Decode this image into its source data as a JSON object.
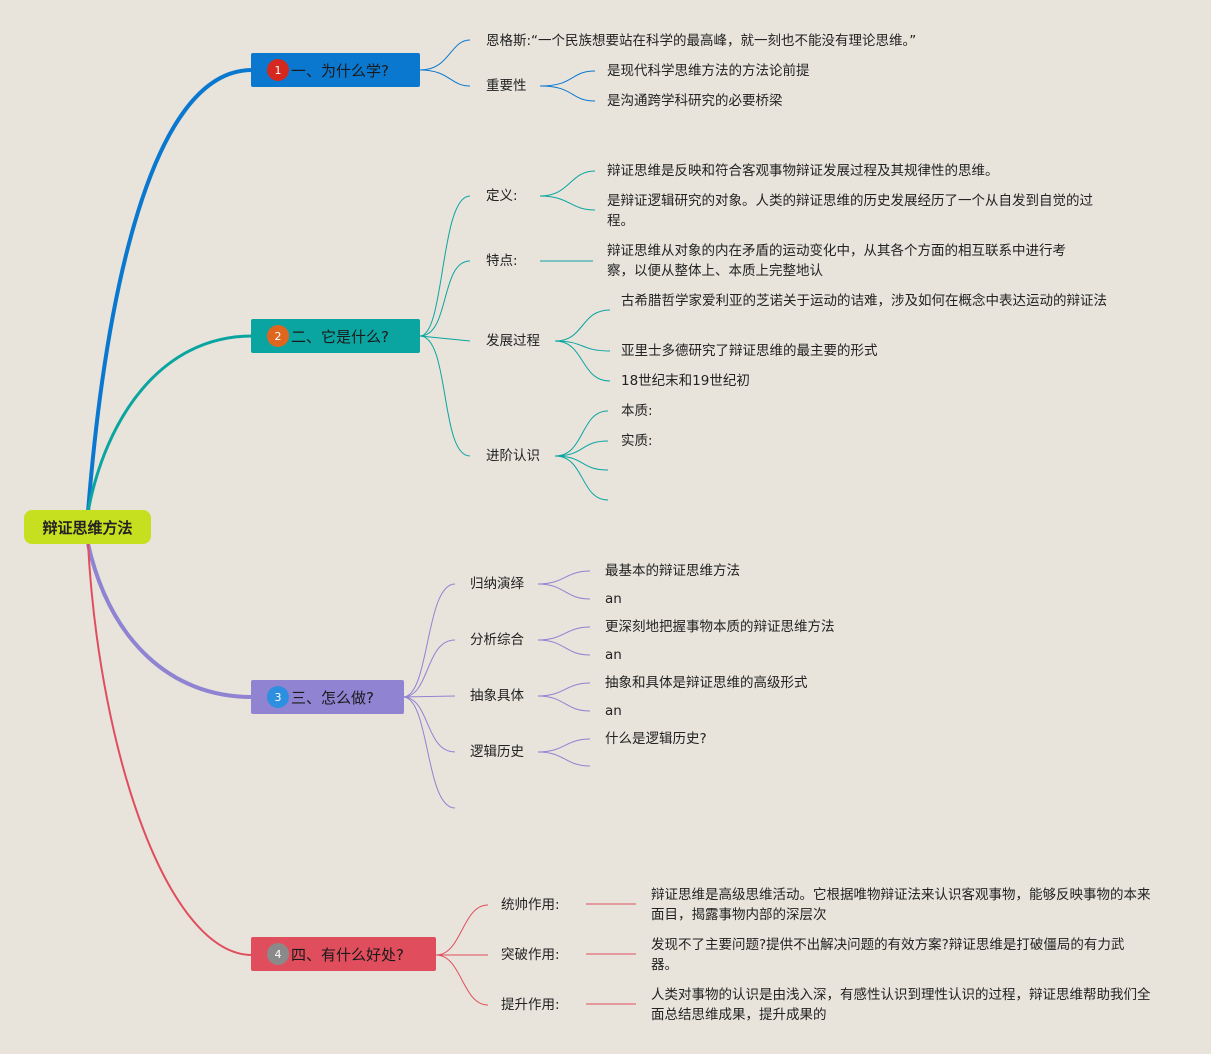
{
  "root": "辩证思维方法",
  "colors": {
    "background": "#e8e4dc",
    "root": "#c6df1f",
    "b1": "#0b78d0",
    "b2": "#0aa5a0",
    "b3": "#9083d1",
    "b4": "#e04e5e"
  },
  "branches": [
    {
      "num": "1",
      "label": "一、为什么学?",
      "color": "#0b78d0",
      "badge_color": "#d5281f"
    },
    {
      "num": "2",
      "label": "二、它是什么?",
      "color": "#0aa5a0",
      "badge_color": "#e0661f"
    },
    {
      "num": "3",
      "label": "三、怎么做?",
      "color": "#9083d1",
      "badge_color": "#2d8fe0"
    },
    {
      "num": "4",
      "label": "四、有什么好处?",
      "color": "#e04e5e",
      "badge_color": "#8a8a8a"
    }
  ],
  "b1": {
    "quote": "恩格斯:“一个民族想要站在科学的最高峰，就一刻也不能没有理论思维。”",
    "importance": "重要性",
    "imp_items": [
      "是现代科学思维方法的方法论前提",
      "是沟通跨学科研究的必要桥梁"
    ]
  },
  "b2": {
    "def": "定义:",
    "def_items": [
      "辩证思维是反映和符合客观事物辩证发展过程及其规律性的思维。",
      "是辩证逻辑研究的对象。人类的辩证思维的历史发展经历了一个从自发到自觉的过程。"
    ],
    "feature": "特点:",
    "feature_item": "辩证思维从对象的内在矛盾的运动变化中，从其各个方面的相互联系中进行考察，以便从整体上、本质上完整地认",
    "dev": "发展过程",
    "dev_items": [
      "古希腊哲学家爱利亚的芝诺关于运动的诘难，涉及如何在概念中表达运动的辩证法",
      "亚里士多德研究了辩证思维的最主要的形式",
      "18世纪末和19世纪初"
    ],
    "adv": "进阶认识",
    "adv_items": [
      "本质:",
      "实质:"
    ]
  },
  "b3": {
    "items": [
      {
        "label": "归纳演绎",
        "sub": [
          "最基本的辩证思维方法",
          "an"
        ]
      },
      {
        "label": "分析综合",
        "sub": [
          "更深刻地把握事物本质的辩证思维方法",
          "an"
        ]
      },
      {
        "label": "抽象具体",
        "sub": [
          "抽象和具体是辩证思维的高级形式",
          "an"
        ]
      },
      {
        "label": "逻辑历史",
        "sub": [
          "什么是逻辑历史?"
        ]
      }
    ]
  },
  "b4": {
    "items": [
      {
        "label": "统帅作用:",
        "text": "辩证思维是高级思维活动。它根据唯物辩证法来认识客观事物，能够反映事物的本来面目，揭露事物内部的深层次"
      },
      {
        "label": "突破作用:",
        "text": "发现不了主要问题?提供不出解决问题的有效方案?辩证思维是打破僵局的有力武器。"
      },
      {
        "label": "提升作用:",
        "text": "人类对事物的认识是由浅入深，有感性认识到理性认识的过程，辩证思维帮助我们全面总结思维成果，提升成果的"
      }
    ]
  }
}
